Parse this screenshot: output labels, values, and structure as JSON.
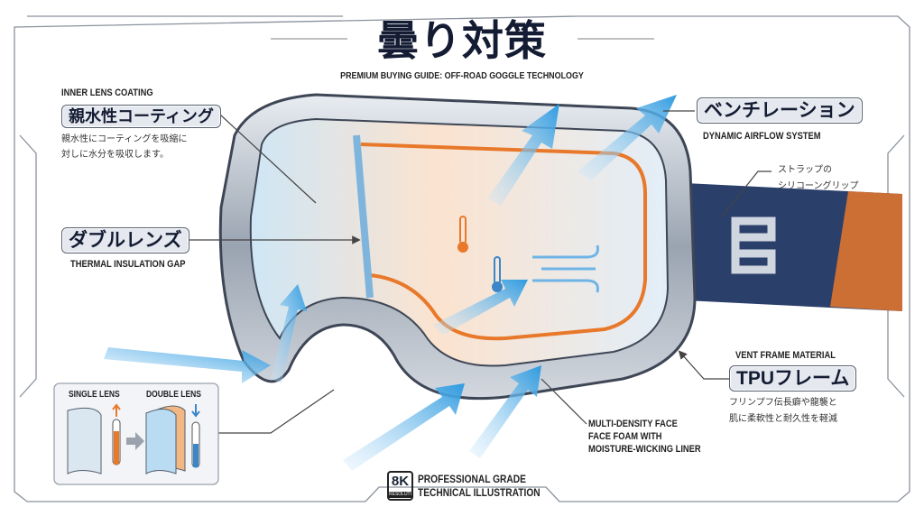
{
  "header": {
    "title": "曇り対策",
    "subtitle": "PREMIUM BUYING GUIDE: OFF-ROAD GOGGLE TECHNOLOGY"
  },
  "callouts": {
    "coating": {
      "caption": "INNER LENS COATING",
      "label": "親水性コーティング",
      "desc": [
        "親水性にコーティングを吸縮に",
        "対しに水分を吸収します。"
      ]
    },
    "double_lens": {
      "label": "ダブルレンズ",
      "caption": "THERMAL INSULATION GAP"
    },
    "ventilation": {
      "label": "ベンチレーション",
      "caption": "DYNAMIC AIRFLOW SYSTEM"
    },
    "strap": {
      "desc": [
        "ストラップの",
        "シリコーングリップ"
      ]
    },
    "frame": {
      "caption": "VENT FRAME MATERIAL",
      "label": "TPUフレーム",
      "desc": [
        "フリンプフ伝長癖や龍襲と",
        "肌に柔軟性と耐久性を軽減"
      ]
    },
    "foam": {
      "lines": [
        "MULTI-DENSITY FACE",
        "FACE FOAM WITH",
        "MOISTURE-WICKING LINER"
      ]
    }
  },
  "inset": {
    "single_label": "SINGLE LENS",
    "double_label": "DOUBLE LENS"
  },
  "badge": {
    "logo_text": "8K",
    "logo_sub": "RESOLUTION",
    "line1": "PROFESSIONAL GRADE",
    "line2": "TECHNICAL ILLUSTRATION"
  },
  "colors": {
    "navy": "#141c33",
    "airflow_blue": "#3aa3e3",
    "accent_orange": "#e8782a",
    "strap_blue": "#2b3f6b"
  }
}
